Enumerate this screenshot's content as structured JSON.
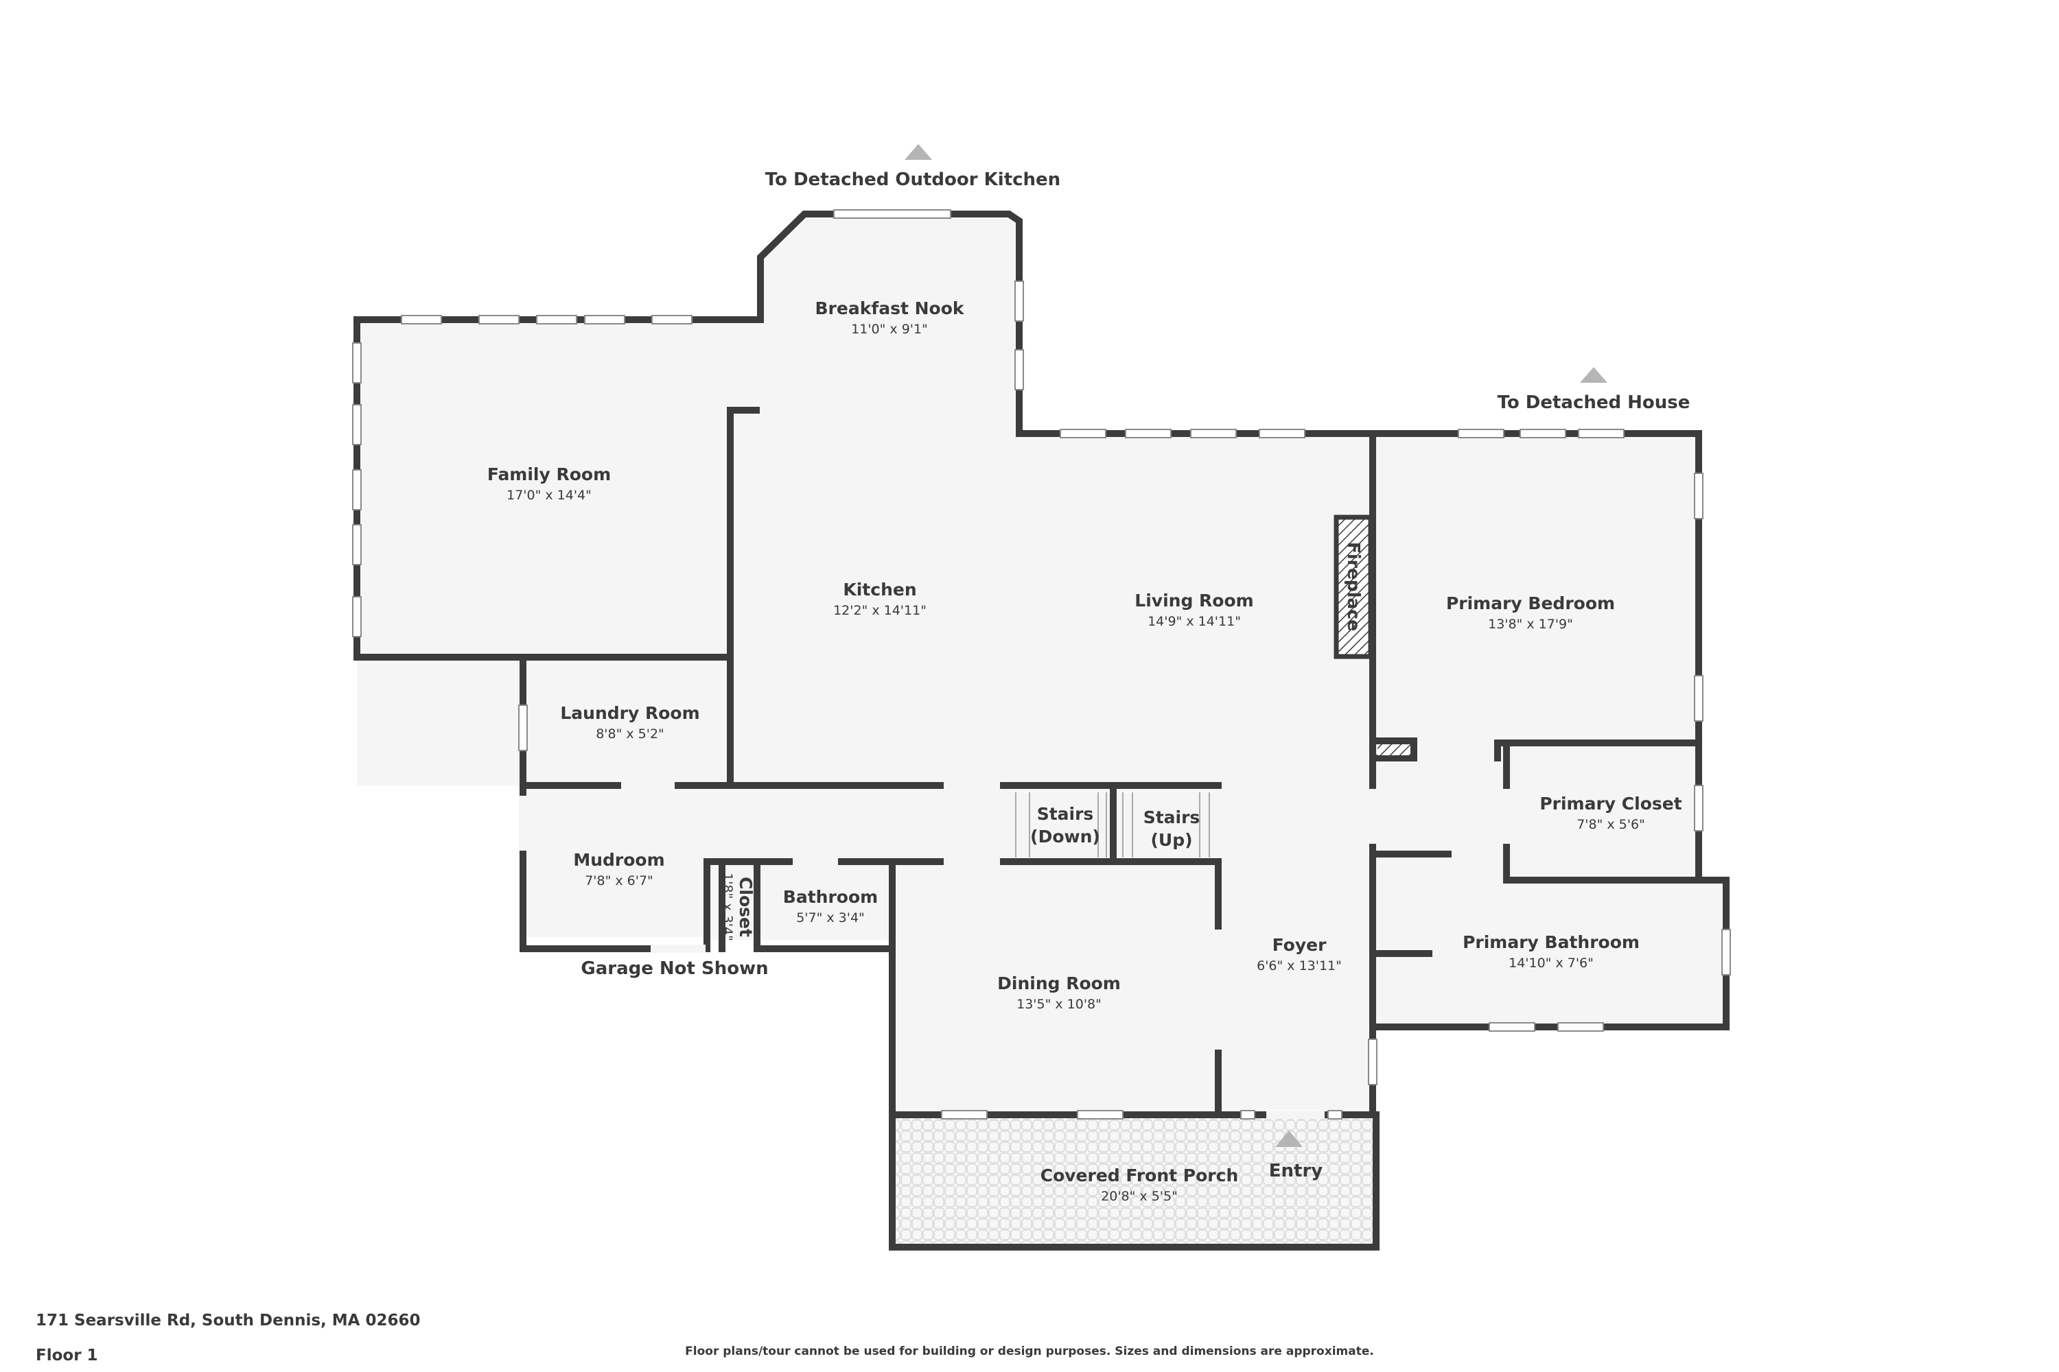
{
  "plan": {
    "rooms": {
      "breakfast_nook": {
        "name": "Breakfast Nook",
        "dims": "11'0\" x 9'1\""
      },
      "family_room": {
        "name": "Family Room",
        "dims": "17'0\" x 14'4\""
      },
      "kitchen": {
        "name": "Kitchen",
        "dims": "12'2\" x 14'11\""
      },
      "living_room": {
        "name": "Living Room",
        "dims": "14'9\" x 14'11\""
      },
      "primary_bedroom": {
        "name": "Primary Bedroom",
        "dims": "13'8\" x 17'9\""
      },
      "laundry_room": {
        "name": "Laundry Room",
        "dims": "8'8\" x 5'2\""
      },
      "primary_closet": {
        "name": "Primary Closet",
        "dims": "7'8\" x 5'6\""
      },
      "mudroom": {
        "name": "Mudroom",
        "dims": "7'8\" x 6'7\""
      },
      "closet": {
        "name": "Closet",
        "dims": "1'8\" x 3'4\""
      },
      "bathroom": {
        "name": "Bathroom",
        "dims": "5'7\" x 3'4\""
      },
      "primary_bathroom": {
        "name": "Primary Bathroom",
        "dims": "14'10\" x 7'6\""
      },
      "foyer": {
        "name": "Foyer",
        "dims": "6'6\" x 13'11\""
      },
      "dining_room": {
        "name": "Dining Room",
        "dims": "13'5\" x 10'8\""
      },
      "covered_front_porch": {
        "name": "Covered Front Porch",
        "dims": "20'8\" x 5'5\""
      }
    },
    "stairs_down": {
      "line1": "Stairs",
      "line2": "(Down)"
    },
    "stairs_up": {
      "line1": "Stairs",
      "line2": "(Up)"
    },
    "fireplace": "Fireplace",
    "labels": {
      "outdoor_kitchen": "To Detached Outdoor Kitchen",
      "detached_house": "To Detached House",
      "entry": "Entry",
      "garage": "Garage Not Shown"
    }
  },
  "footer": {
    "address": "171 Searsville Rd, South Dennis, MA 02660",
    "floor": "Floor 1",
    "disclaimer": "Floor plans/tour cannot be used for building or design purposes. Sizes and dimensions are approximate."
  },
  "colors": {
    "wall": "#3c3c3c",
    "floor": "#f5f5f5",
    "arrow": "#b5b5b5"
  }
}
